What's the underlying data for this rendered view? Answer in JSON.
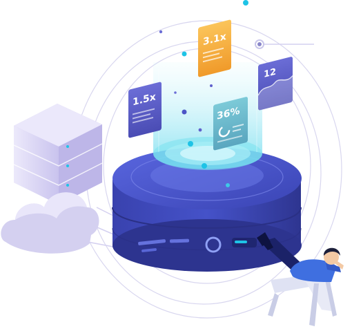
{
  "illustration": {
    "cards": {
      "left": {
        "label": "1.5x"
      },
      "top": {
        "label": "3.1x"
      },
      "center": {
        "label": "36%"
      },
      "right": {
        "label": "12"
      }
    },
    "colors": {
      "platform_top": "#4d5cd6",
      "platform_side": "#3b45b8",
      "platform_dark": "#2f3799",
      "server": "#d9d5f3",
      "cloud": "#d4d0f0",
      "card_purple": "#5f60cc",
      "card_orange": "#f6b13d",
      "card_teal": "#6fb9c9",
      "hologram": "#8fe6f2",
      "accent_cyan": "#1ec3e6",
      "orbit": "#d8d6ef",
      "person_shirt": "#3f6fe0",
      "person_pants": "#1b2268",
      "chair": "#e5e7f5"
    }
  }
}
